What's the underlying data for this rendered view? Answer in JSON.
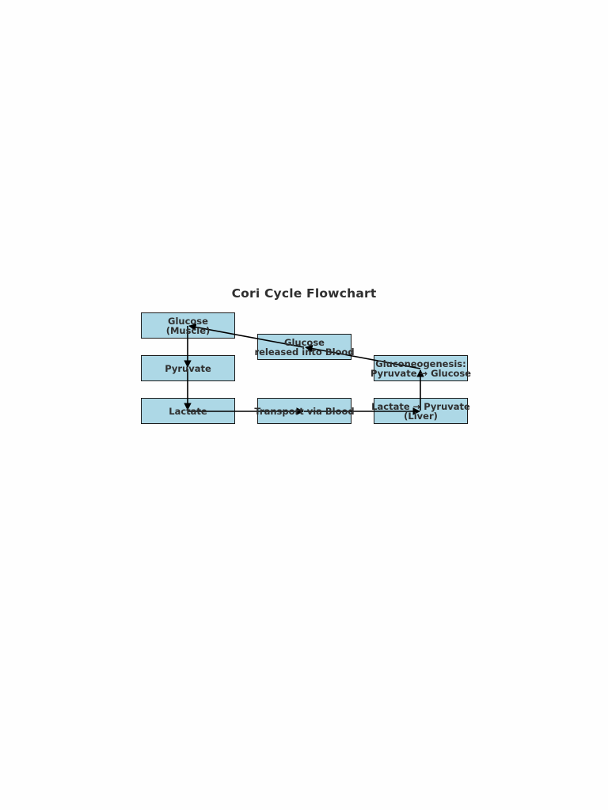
{
  "diagram": {
    "title": "Cori Cycle Flowchart",
    "node_fill": "#add8e6",
    "node_border": "#1a1a1a",
    "text_color": "#2f2f2f",
    "nodes": {
      "glucose_muscle": {
        "line1": "Glucose",
        "line2": "(Muscle)"
      },
      "pyruvate": {
        "line1": "Pyruvate"
      },
      "lactate": {
        "line1": "Lactate"
      },
      "transport": {
        "line1": "Transport via Blood"
      },
      "lactate_pyruvate_liver": {
        "line1": "Lactate → Pyruvate",
        "line2": "(Liver)"
      },
      "gluconeogenesis": {
        "line1": "Gluconeogenesis:",
        "line2": "Pyruvate → Glucose"
      },
      "glucose_blood": {
        "line1": "Glucose",
        "line2": "released into Blood"
      }
    },
    "edges": [
      {
        "from": "glucose_muscle",
        "to": "pyruvate"
      },
      {
        "from": "pyruvate",
        "to": "lactate"
      },
      {
        "from": "lactate",
        "to": "transport"
      },
      {
        "from": "transport",
        "to": "lactate_pyruvate_liver"
      },
      {
        "from": "lactate_pyruvate_liver",
        "to": "gluconeogenesis"
      },
      {
        "from": "gluconeogenesis",
        "to": "glucose_blood"
      },
      {
        "from": "glucose_blood",
        "to": "glucose_muscle"
      }
    ]
  }
}
